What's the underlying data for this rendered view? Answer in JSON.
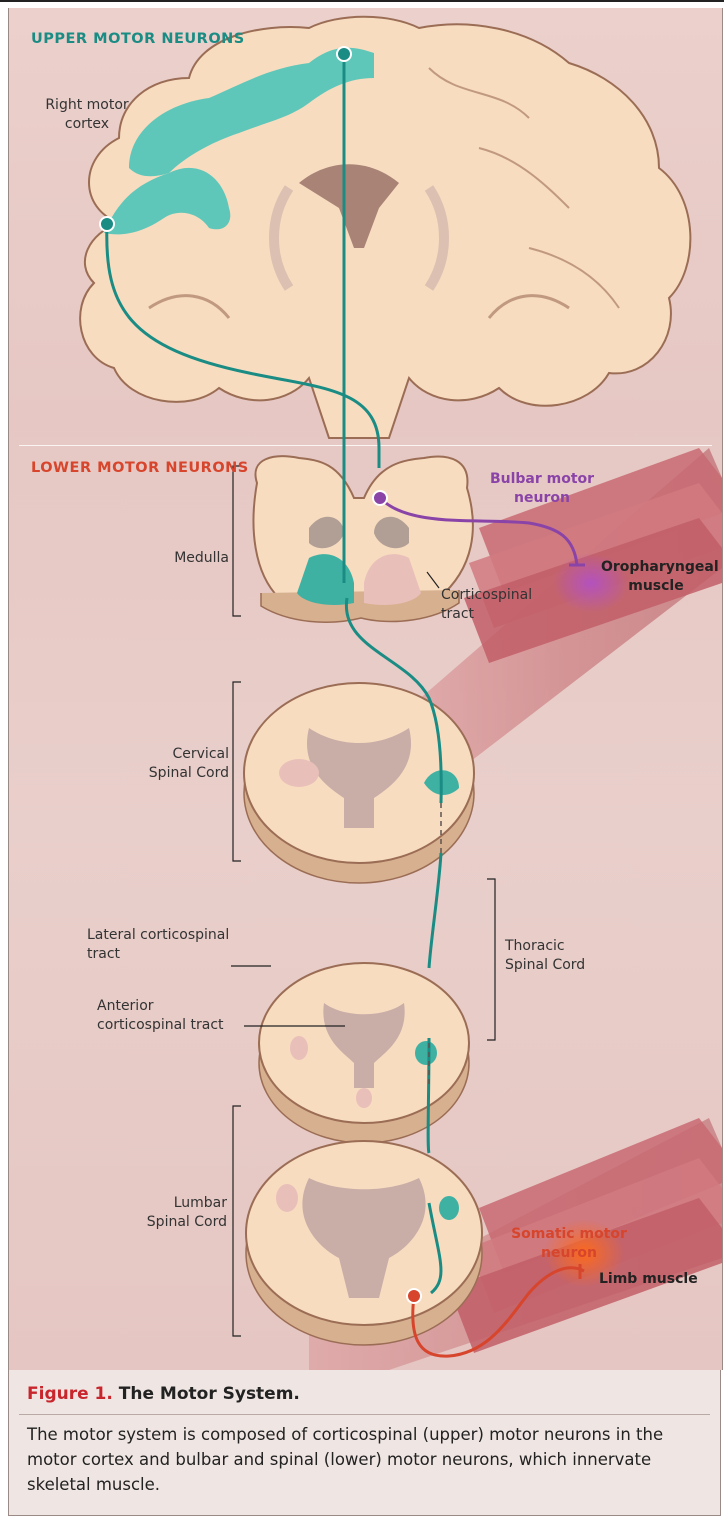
{
  "sections": {
    "upper": "UPPER MOTOR NEURONS",
    "lower": "LOWER MOTOR NEURONS"
  },
  "labels": {
    "right_motor_cortex": "Right motor cortex",
    "medulla": "Medulla",
    "corticospinal_tract": "Corticospinal tract",
    "bulbar_motor_neuron": "Bulbar motor neuron",
    "oropharyngeal_muscle": "Oropharyngeal muscle",
    "cervical_spinal_cord": "Cervical Spinal Cord",
    "lateral_corticospinal_tract": "Lateral corticospinal tract",
    "anterior_corticospinal_tract": "Anterior corticospinal tract",
    "thoracic_spinal_cord": "Thoracic Spinal Cord",
    "lumbar_spinal_cord": "Lumbar Spinal Cord",
    "somatic_motor_neuron": "Somatic motor neuron",
    "limb_muscle": "Limb muscle"
  },
  "caption": {
    "figure_number": "Figure 1.",
    "title": "The Motor System.",
    "body": "The motor system is composed of corticospinal (upper) motor neurons in the motor cortex and bulbar and spinal (lower) motor neurons, which innervate skeletal muscle."
  },
  "colors": {
    "upper_neuron": "#1a8c84",
    "bulbar_neuron": "#8a44a8",
    "somatic_neuron": "#d6452c",
    "tissue": "#f7dcc0",
    "grey_matter": "#c9ada7",
    "tract": "#5fc7b9"
  }
}
